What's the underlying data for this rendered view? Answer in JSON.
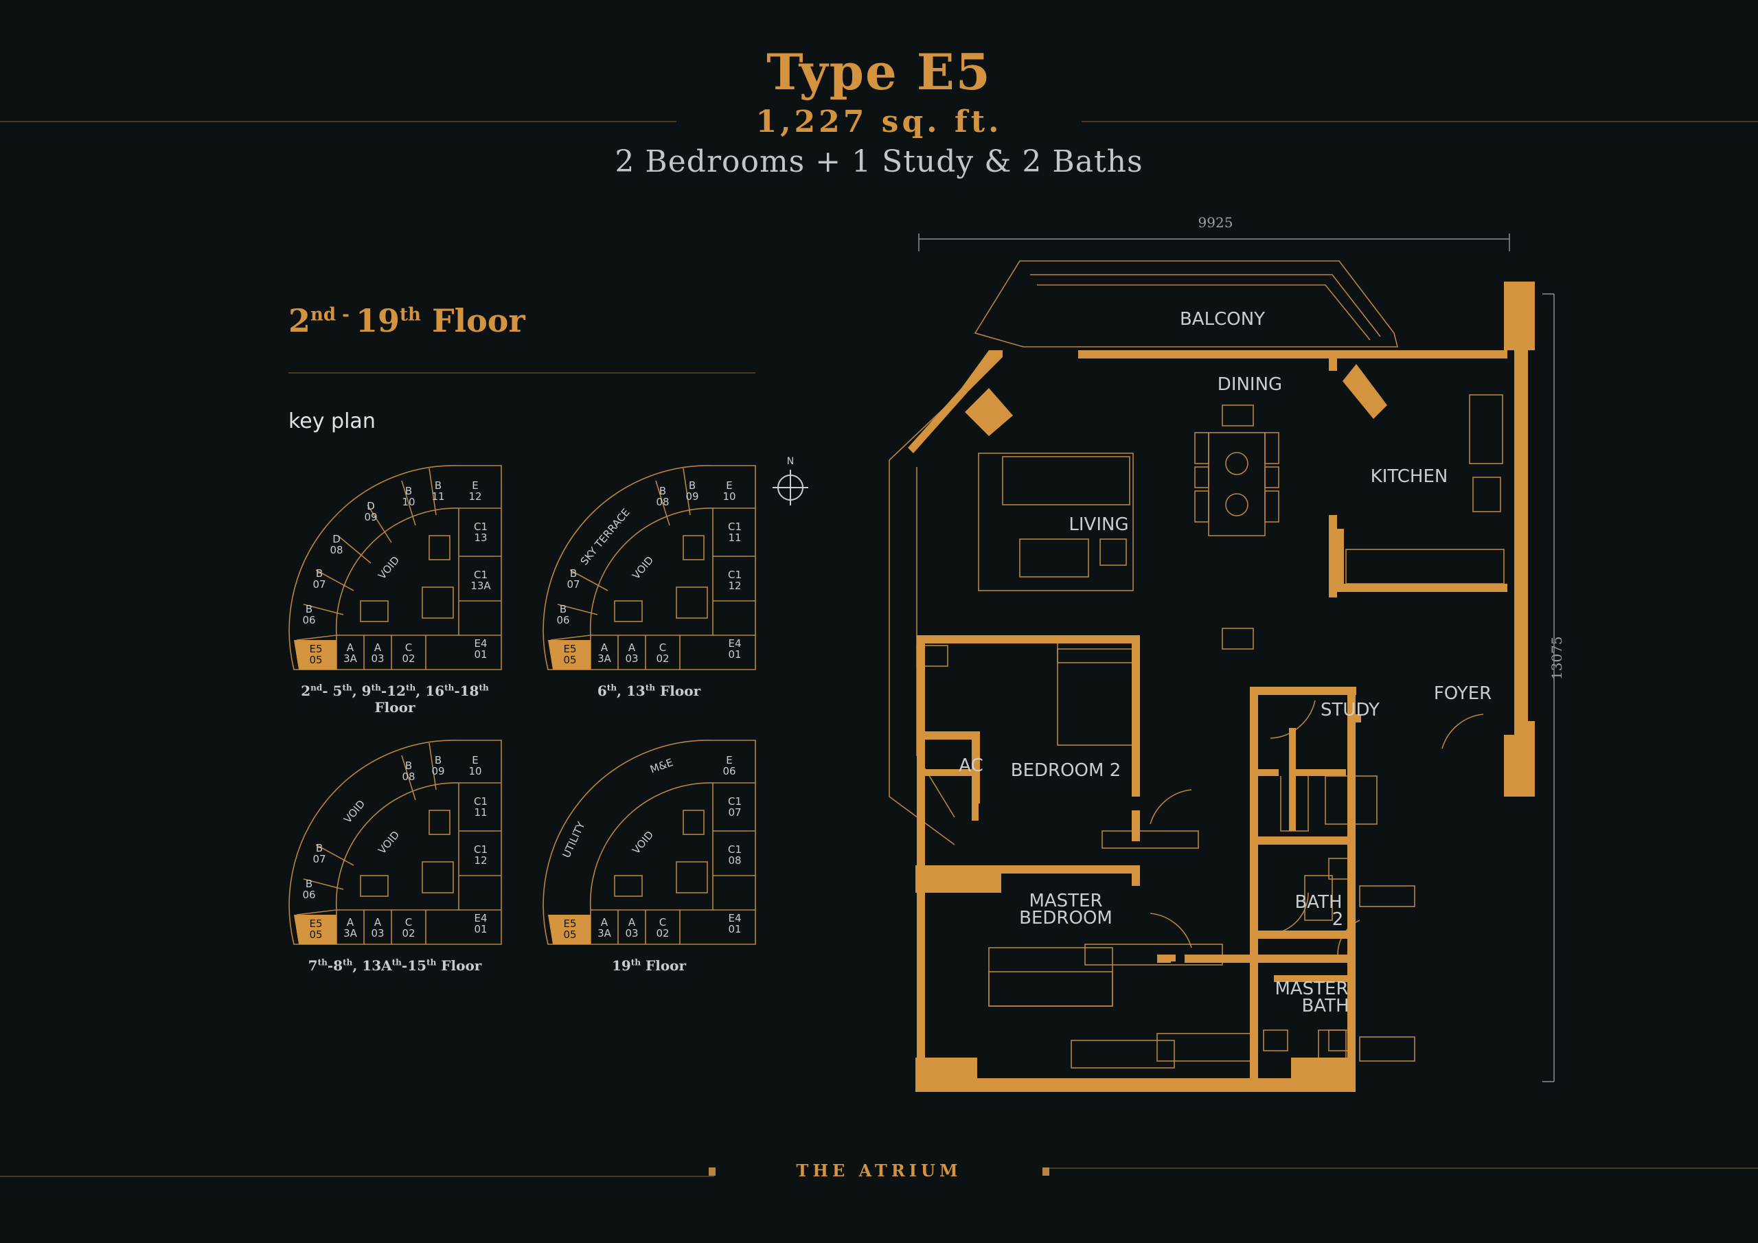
{
  "header": {
    "title": "Type E5",
    "area": "1,227 sq. ft.",
    "configuration": "2 Bedrooms + 1 Study & 2 Baths"
  },
  "floor_section": {
    "heading_main": "2",
    "heading_sup1": "nd - ",
    "heading_num2": "19",
    "heading_sup2": "th",
    "heading_tail": " Floor",
    "key_plan_label": "key plan"
  },
  "key_plans": [
    {
      "caption": "2nd- 5th, 9th-12th, 16th-18th Floor"
    },
    {
      "caption": "6th, 13th Floor"
    },
    {
      "caption": "7th-8th, 13Ath-15th Floor"
    },
    {
      "caption": "19th Floor"
    }
  ],
  "key_plan_labels": {
    "void": "VOID",
    "sky_terrace": "SKY TERRACE",
    "utility": "UTILITY",
    "me": "M&E",
    "highlight_unit": "E5",
    "highlight_unit_no": "05",
    "compass": "N"
  },
  "units": {
    "b11": [
      "B",
      "11"
    ],
    "b10": [
      "B",
      "10"
    ],
    "d09": [
      "D",
      "09"
    ],
    "d08": [
      "D",
      "08"
    ],
    "b07": [
      "B",
      "07"
    ],
    "b06": [
      "B",
      "06"
    ],
    "e12": [
      "E",
      "12"
    ],
    "c113": [
      "C1",
      "13"
    ],
    "c113a": [
      "C1",
      "13A"
    ],
    "e401": [
      "E4",
      "01"
    ],
    "a3a": [
      "A",
      "3A"
    ],
    "a03": [
      "A",
      "03"
    ],
    "c02": [
      "C",
      "02"
    ],
    "b08": [
      "B",
      "08"
    ],
    "b09": [
      "B",
      "09"
    ],
    "e10": [
      "E",
      "10"
    ],
    "c111": [
      "C1",
      "11"
    ],
    "c112": [
      "C1",
      "12"
    ],
    "e06": [
      "E",
      "06"
    ],
    "c107": [
      "C1",
      "07"
    ],
    "c108": [
      "C1",
      "08"
    ]
  },
  "floor_plan": {
    "dim_width": "9925",
    "dim_height": "13075",
    "rooms": {
      "balcony": "BALCONY",
      "dining": "DINING",
      "kitchen": "KITCHEN",
      "living": "LIVING",
      "bedroom2": "BEDROOM 2",
      "ac": "AC",
      "study": "STUDY",
      "foyer": "FOYER",
      "master_bedroom_1": "MASTER",
      "master_bedroom_2": "BEDROOM",
      "bath2_1": "BATH",
      "bath2_2": "2",
      "master_bath_1": "MASTER",
      "master_bath_2": "BATH"
    }
  },
  "footer": {
    "brand": "THE ATRIUM"
  },
  "colors": {
    "background": "#0c1114",
    "accent": "#d4943f",
    "line": "#b98440",
    "text": "#c9cdd1"
  }
}
